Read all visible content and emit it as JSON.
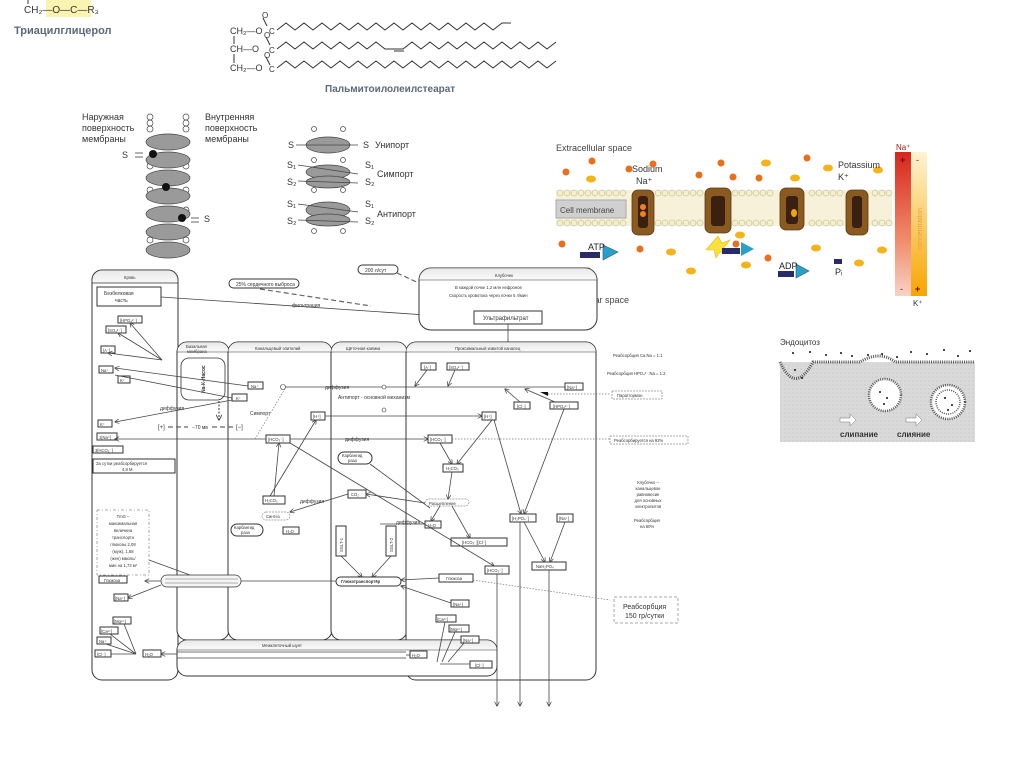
{
  "lipids": {
    "formula_fragment": "CH₂—O—C—R₃",
    "triacylglycerol_label": "Триацилглицерол",
    "chem_rows": [
      "CH₂—O",
      "CH—O",
      "CH₂—O"
    ],
    "example_label": "Пальмитоилолеилстеарат"
  },
  "carrier": {
    "outer_label": [
      "Наружная",
      "поверхность",
      "мембраны"
    ],
    "inner_label": [
      "Внутренняя",
      "поверхность",
      "мембраны"
    ],
    "substrate": "S"
  },
  "transport_types": {
    "uniport": "Унипорт",
    "symport": "Симпорт",
    "antiport": "Антипорт",
    "s": "S",
    "s1": "S₁",
    "s2": "S₂"
  },
  "pump": {
    "extracellular": "Extracellular space",
    "intracellular": "Intracellular space",
    "membrane": "Cell membrane",
    "sodium": "Sodium",
    "na": "Na⁺",
    "potassium": "Potassium",
    "k": "K⁺",
    "atp": "ATP",
    "adp": "ADP",
    "pi": "Pᵢ",
    "gradient_top": "Na⁺",
    "gradient_bottom": "K⁺",
    "gradient_label": "concentration",
    "plus": "+",
    "minus": "-"
  },
  "endocytosis": {
    "title": "Эндоцитоз",
    "step1": "слипание",
    "step2": "слияние"
  },
  "kidney": {
    "blood": "Кровь",
    "protein_free": [
      "Безбелковая",
      "часть"
    ],
    "cardiac": "25% сердечного выброса",
    "per_day": "200 л/сут",
    "filtration": "фильтрация",
    "glomerulus": "Клубочек",
    "nephrons": "В каждой почке 1,2 млн нефронов",
    "flow": "Скорость кровотока через почки 5 л/мин",
    "ultrafiltrate": "Ультрафильтрат",
    "basal": [
      "Базальная",
      "мембрана"
    ],
    "canal_epith": "Канальцевый эпителий",
    "brush": "Щёточная каёмка",
    "proximal": "Проксимальный извитой каналец",
    "pump_label": "Na-К-Насос",
    "ions_left": [
      "[HPO₄²⁻]",
      "[SO₄²⁻]",
      "[A⁻]",
      "Na⁺",
      "K⁺",
      "K⁺",
      "1[Na⁺]",
      "3[HCO₃⁻]"
    ],
    "daily_reabs": [
      "За сутки реабсорбируется",
      "4,8 М"
    ],
    "diffusion": "диффузия",
    "potential": [
      "[+]",
      "−70 мв",
      "[−]"
    ],
    "symport": "Симпорт",
    "antiport_main": "Антипорт - основной механизм",
    "na": "Na⁺",
    "k": "K⁺",
    "h": "[H⁺]",
    "hco3": "[HCO₃⁻]",
    "h2co3": "H₂CO₃",
    "carbanhydrase": [
      "Карбангид",
      "раза"
    ],
    "synthesis": "Синтез",
    "h2o": "H₂O",
    "co2": "CO₂",
    "dissociation": "Расщепление",
    "hco3_cl": "[HCO₃⁻][Cl⁻]",
    "sglt1": "SGLT-1",
    "sglt2": "SGLT-2",
    "glucotransporter": "Глюкотранспортёр",
    "glucose": "Глюкоза",
    "tmg": [
      "TmG –",
      "максимальная",
      "величина",
      "транспорта",
      "глюкозы 2,08",
      "(муж), 1,68",
      "(жен) ммоль/",
      "мин на 1,73 м²"
    ],
    "prox_ions": [
      "[A⁻]",
      "[SO₄²⁻]",
      "[Na⁺]",
      "[Cl⁻]",
      "[HPO₄²⁻]"
    ],
    "h2po4": "[H₂PO₄⁻]",
    "na_b": "[Na⁺]",
    "nah2po4": "NaH₂PO₄",
    "parathormone": "Паратгормон",
    "reabs_cana": "Реабсорбция Ca:Na = 1:1",
    "reabs_hpo4": "Реабсорбция HPO₄²⁻:Na = 1:2",
    "reabs_92": "Реабсорбируется на 92%",
    "balance": [
      "Клубочко –",
      "канальцевое",
      "равновесие",
      "для основных",
      "электролитов"
    ],
    "reabs_60": [
      "Реабсорбция",
      "на 60%"
    ],
    "reabs_150": [
      "Реабсорбция",
      "150 гр/сутки"
    ],
    "shunt": "Межклеточный шунт",
    "bottom_left_ions": [
      "[Na⁺]",
      "[Mg²⁺]",
      "[Ca²⁺]",
      "Na⁺",
      "[Cl⁻]",
      "H₂O"
    ],
    "bottom_right_ions": [
      "[Na⁺]",
      "[Ca²⁺]",
      "[Mg²⁺]",
      "[Na⁺]",
      "H₂O",
      "[Cl⁻]"
    ]
  }
}
